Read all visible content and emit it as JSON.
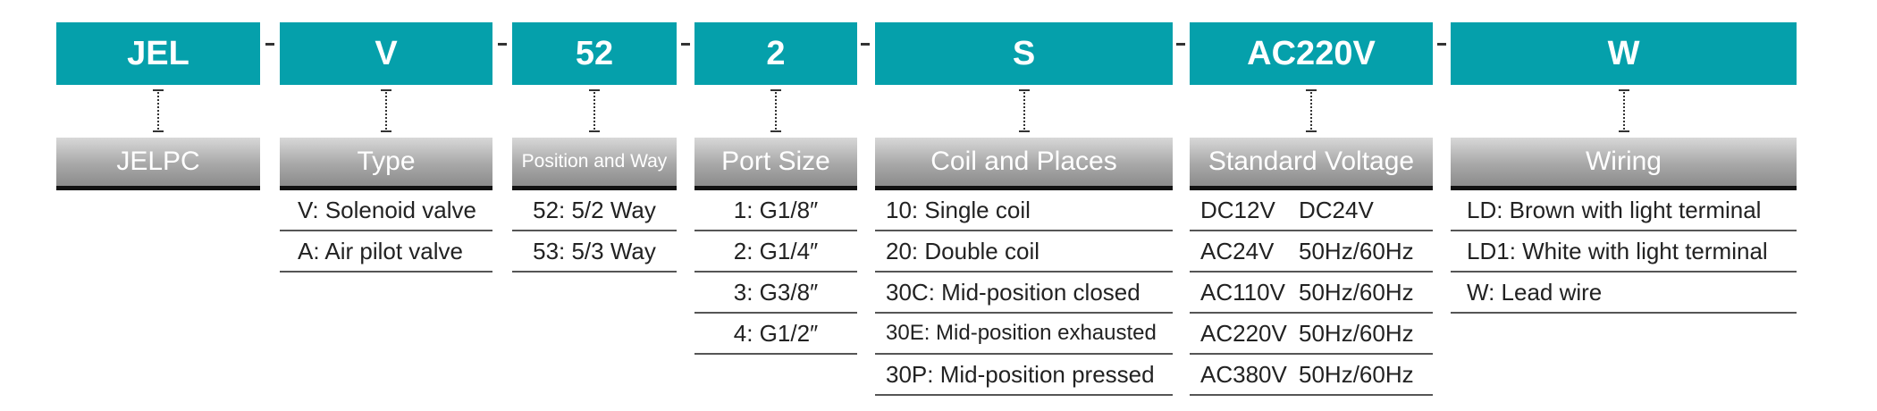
{
  "separator": "-",
  "columns": [
    {
      "code": "JEL",
      "header": "JELPC",
      "items": []
    },
    {
      "code": "V",
      "header": "Type",
      "items": [
        "V: Solenoid valve",
        "A: Air pilot valve"
      ]
    },
    {
      "code": "52",
      "header": "Position and Way",
      "items": [
        "52: 5/2 Way",
        "53: 5/3 Way"
      ]
    },
    {
      "code": "2",
      "header": "Port Size",
      "items": [
        "1: G1/8″",
        "2: G1/4″",
        "3: G3/8″",
        "4: G1/2″"
      ]
    },
    {
      "code": "S",
      "header": "Coil and Places",
      "items": [
        "10: Single coil",
        "20: Double coil",
        "30C: Mid-position closed",
        "30E: Mid-position exhausted",
        "30P: Mid-position pressed"
      ]
    },
    {
      "code": "AC220V",
      "header": "Standard Voltage",
      "items": [
        {
          "a": "DC12V",
          "b": "DC24V"
        },
        {
          "a": "AC24V",
          "b": "50Hz/60Hz"
        },
        {
          "a": "AC110V",
          "b": "50Hz/60Hz"
        },
        {
          "a": "AC220V",
          "b": "50Hz/60Hz"
        },
        {
          "a": "AC380V",
          "b": "50Hz/60Hz"
        }
      ]
    },
    {
      "code": "W",
      "header": "Wiring",
      "items": [
        "LD: Brown with light terminal",
        "LD1: White with light terminal",
        "W:  Lead wire"
      ]
    }
  ]
}
